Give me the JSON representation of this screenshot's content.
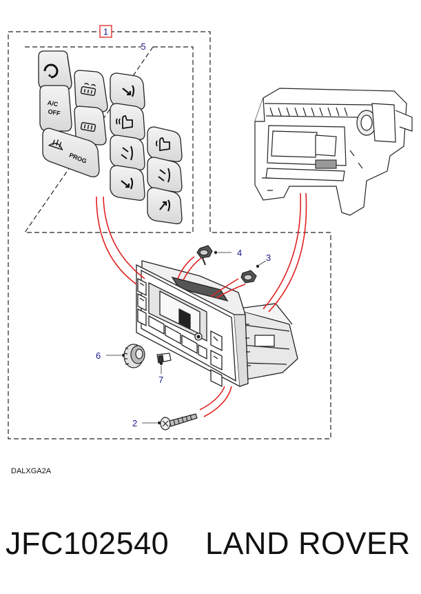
{
  "diagram": {
    "callouts": {
      "c1": "1",
      "c2": "2",
      "c3": "3",
      "c4": "4",
      "c5": "5",
      "c6": "6",
      "c7": "7"
    },
    "button_labels": {
      "ac": "A/C",
      "off": "OFF",
      "prog": "PROG"
    },
    "drawing_code": "DALXGA2A"
  },
  "footer": {
    "part_number": "JFC102540",
    "brand": "LAND ROVER"
  },
  "colors": {
    "leader_red": "#e02020",
    "callout_blue": "#1a1a8c",
    "line_dark": "#222222",
    "fill_gray": "#dedede"
  }
}
